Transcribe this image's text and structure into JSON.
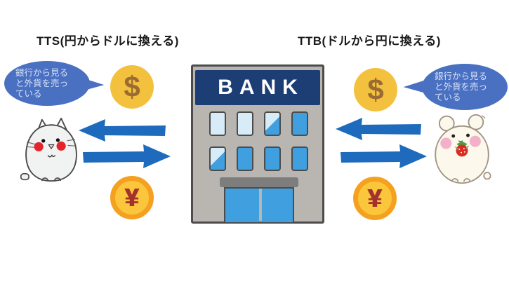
{
  "titles": {
    "left": "TTS(円からドルに換える)",
    "right": "TTB(ドルから円に換える)"
  },
  "bank": {
    "sign": "BANK"
  },
  "left": {
    "bubble": {
      "lines": [
        "銀行から見る",
        "と外貨を売っ",
        "ている"
      ]
    },
    "dollar_coin": {
      "symbol": "$"
    },
    "yen_coin": {
      "symbol": "¥"
    }
  },
  "right": {
    "bubble": {
      "lines": [
        "銀行から見る",
        "と外貨を売っ",
        "ている"
      ]
    },
    "dollar_coin": {
      "symbol": "$"
    },
    "yen_coin": {
      "symbol": "¥"
    }
  },
  "colors": {
    "arrow_blue": "#1e6bbd",
    "bubble_blue": "#4a70c2",
    "bubble_text": "#d6e2f6",
    "coin_gold": "#f3c13d",
    "dollar_brown": "#9a6b33",
    "yen_ring_orange": "#f5a01f",
    "yen_face_gold": "#f9c63c",
    "yen_red": "#a5312d",
    "bank_navy": "#1c3e75",
    "bank_gray": "#b9b5b1",
    "window_light": "#d7ecf6",
    "window_blue": "#3f9fdf",
    "title_black": "#1a1a1a"
  }
}
